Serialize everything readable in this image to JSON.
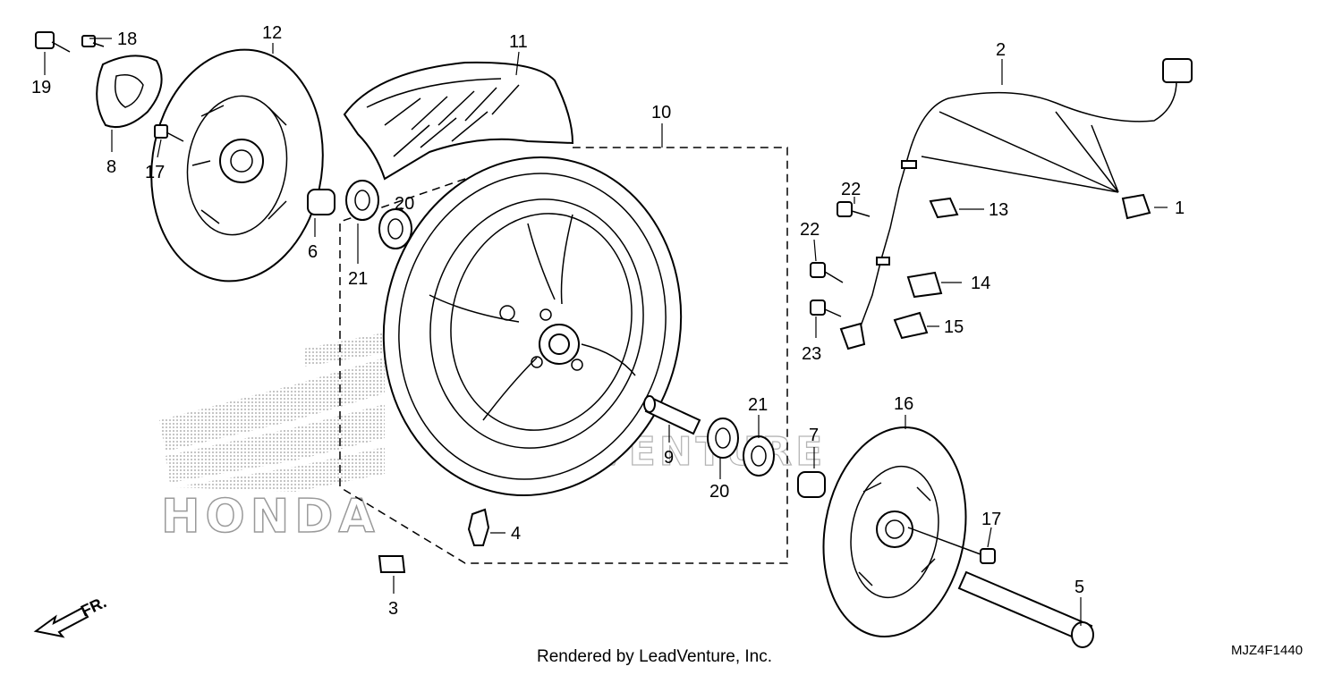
{
  "diagram": {
    "callouts": {
      "c1": "1",
      "c2": "2",
      "c3": "3",
      "c4": "4",
      "c5": "5",
      "c6": "6",
      "c7": "7",
      "c8": "8",
      "c9": "9",
      "c10": "10",
      "c11": "11",
      "c12": "12",
      "c13": "13",
      "c14": "14",
      "c15": "15",
      "c16": "16",
      "c17a": "17",
      "c17b": "17",
      "c18": "18",
      "c19": "19",
      "c20a": "20",
      "c20b": "20",
      "c21a": "21",
      "c21b": "21",
      "c22a": "22",
      "c22b": "22",
      "c23": "23"
    },
    "direction_label": "FR.",
    "watermark_brand": "HONDA",
    "watermark_text": "LEADVENTURE",
    "footer": "Rendered by LeadVenture, Inc.",
    "diagram_code": "MJZ4F1440"
  }
}
